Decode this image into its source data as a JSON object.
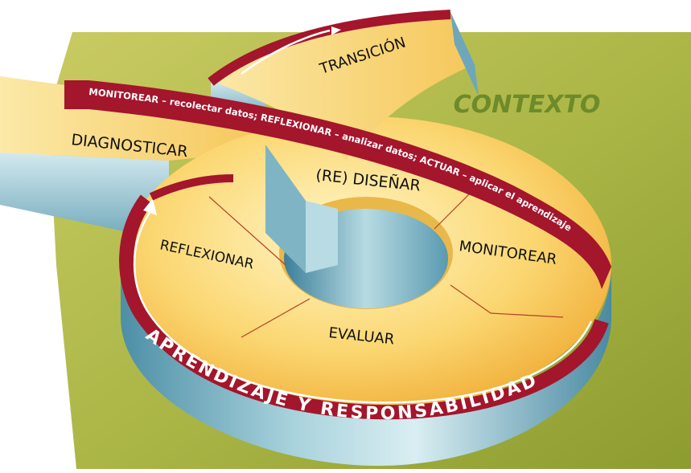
{
  "context": {
    "label": "CONTEXTO"
  },
  "band": {
    "text": "MONITOREAR – recolectar datos; REFLEXIONAR – analizar datos; ACTUAR – aplicar el aprendizaje"
  },
  "stages": {
    "diagnosticar": "DIAGNOSTICAR",
    "transicion": "TRANSICIÓN",
    "redisenar": "(RE) DISEÑAR",
    "reflexionar": "REFLEXIONAR",
    "monitorear": "MONITOREAR",
    "evaluar": "EVALUAR"
  },
  "base": {
    "label": "APRENDIZAJE Y RESPONSABILIDAD"
  },
  "colors": {
    "ground_light": "#c8ca5e",
    "ground_dark": "#8f9e32",
    "context_text": "#6e8a2a",
    "ring_light": "#fff2b8",
    "ring_dark": "#f0ad2c",
    "wall_light": "#c6e0e6",
    "wall_dark": "#4d8fa6",
    "band": "#a3162c",
    "band_text": "#ffffff"
  }
}
